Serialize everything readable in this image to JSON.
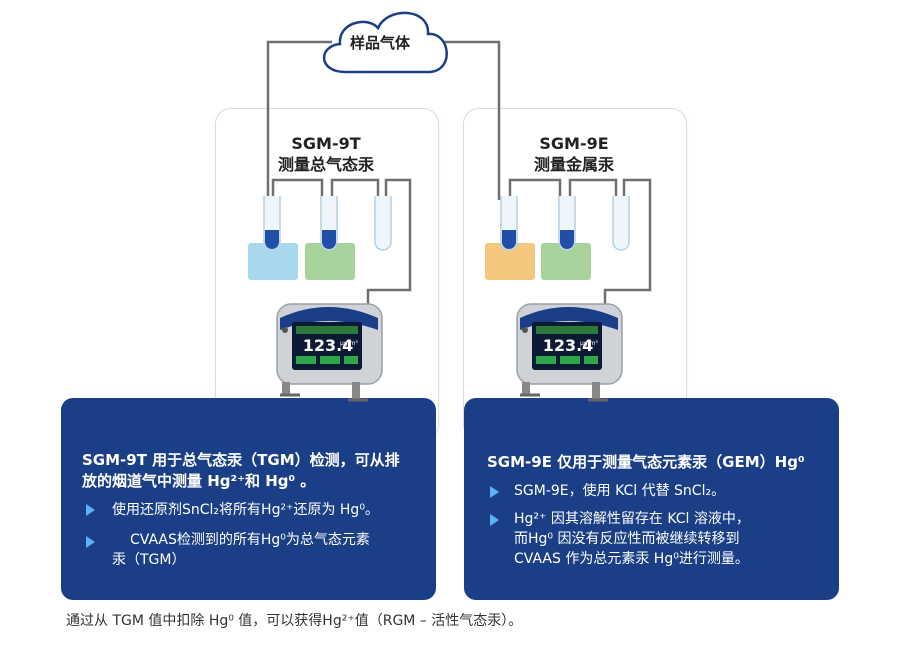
{
  "cloud": {
    "label": "样品气体"
  },
  "left_card": {
    "model": "SGM-9T",
    "subtitle": "测量总气态汞"
  },
  "right_card": {
    "model": "SGM-9E",
    "subtitle": "测量金属汞"
  },
  "device": {
    "screen_reading": "123.4",
    "unit": "µg/m³"
  },
  "left_panel": {
    "heading_line1": "SGM-9T 用于总气态汞（TGM）检测，可从排",
    "heading_line2": "放的烟道气中测量 Hg²⁺和 Hg⁰ 。",
    "bullets": [
      {
        "line1": "使用还原剂SnCl₂将所有Hg²⁺还原为 Hg⁰。",
        "line2": ""
      },
      {
        "line1": "CVAAS检测到的所有Hg⁰为总气态元素",
        "line2": "汞（TGM）"
      }
    ]
  },
  "right_panel": {
    "heading_line1": "SGM-9E 仅用于测量气态元素汞（GEM）Hg⁰",
    "bullets": [
      {
        "line1": "SGM-9E，使用 KCl 代替 SnCl₂。",
        "line2": "",
        "line3": ""
      },
      {
        "line1": "Hg²⁺  因其溶解性留存在  KCl  溶液中，",
        "line2": "而Hg⁰    因没有反应性而被继续转移到",
        "line3": "CVAAS 作为总元素汞 Hg⁰进行测量。"
      }
    ]
  },
  "footnote": "通过从 TGM 值中扣除 Hg⁰ 值，可以获得Hg²⁺值（RGM – 活性气态汞）。",
  "colors": {
    "panel_blue": "#1b3f86",
    "bullet_arrow": "#59b4f5",
    "tube_line": "#707070",
    "box_blue": "#a8d8ee",
    "box_green": "#a8d39c",
    "box_orange": "#f4c77f",
    "liquid": "#1f4fa8"
  }
}
